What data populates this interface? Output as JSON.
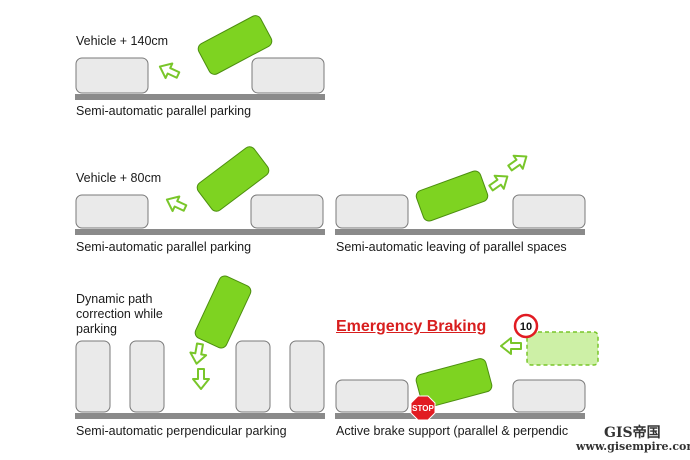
{
  "colors": {
    "car_fill": "#7ed321",
    "car_stroke": "#4c8e0f",
    "ghost_fill": "#cdf0a6",
    "parked_fill": "#eaeaea",
    "parked_stroke": "#7a7a7a",
    "curb": "#8a8a8a",
    "arrow": "#79c62a",
    "warning_red": "#d81e1e",
    "stop_red": "#e11b22"
  },
  "panels": {
    "p1": {
      "note": "Vehicle + 140cm",
      "caption": "Semi-automatic parallel parking"
    },
    "p2": {
      "note": "Vehicle + 80cm",
      "caption": "Semi-automatic parallel parking"
    },
    "p3": {
      "caption": "Semi-automatic leaving of parallel spaces"
    },
    "p4": {
      "note": "Dynamic path\ncorrection while\nparking",
      "caption": "Semi-automatic perpendicular parking"
    },
    "p5": {
      "title": "Emergency Braking",
      "caption": "Active brake support (parallel & perpendic",
      "stop_sign": "STOP",
      "speed_sign": "10"
    }
  },
  "watermark": {
    "brand": "GIS帝国",
    "url": "www.gisempire.com"
  }
}
